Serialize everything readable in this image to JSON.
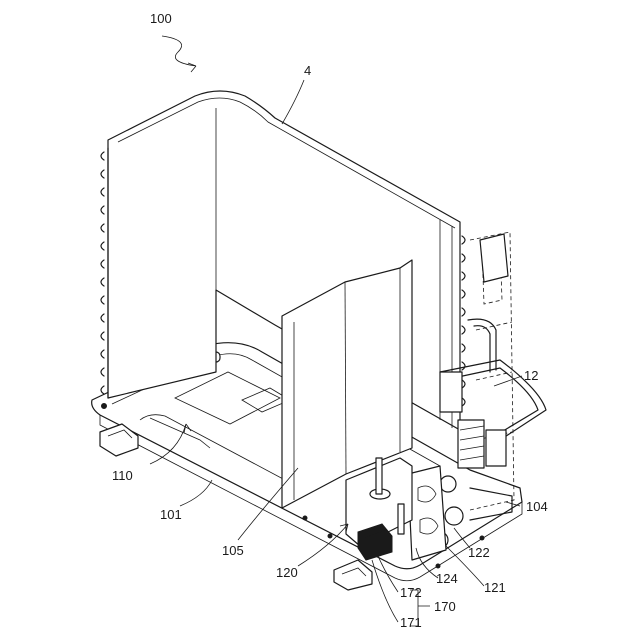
{
  "labels": {
    "assembly": "100",
    "heat_exchanger": "4",
    "component_12": "12",
    "base": "101",
    "partition": "105",
    "opening_110": "110",
    "pipe_104": "104",
    "part_120": "120",
    "part_121": "121",
    "part_122": "122",
    "part_124": "124",
    "part_170": "170",
    "part_171": "171",
    "part_172": "172"
  }
}
